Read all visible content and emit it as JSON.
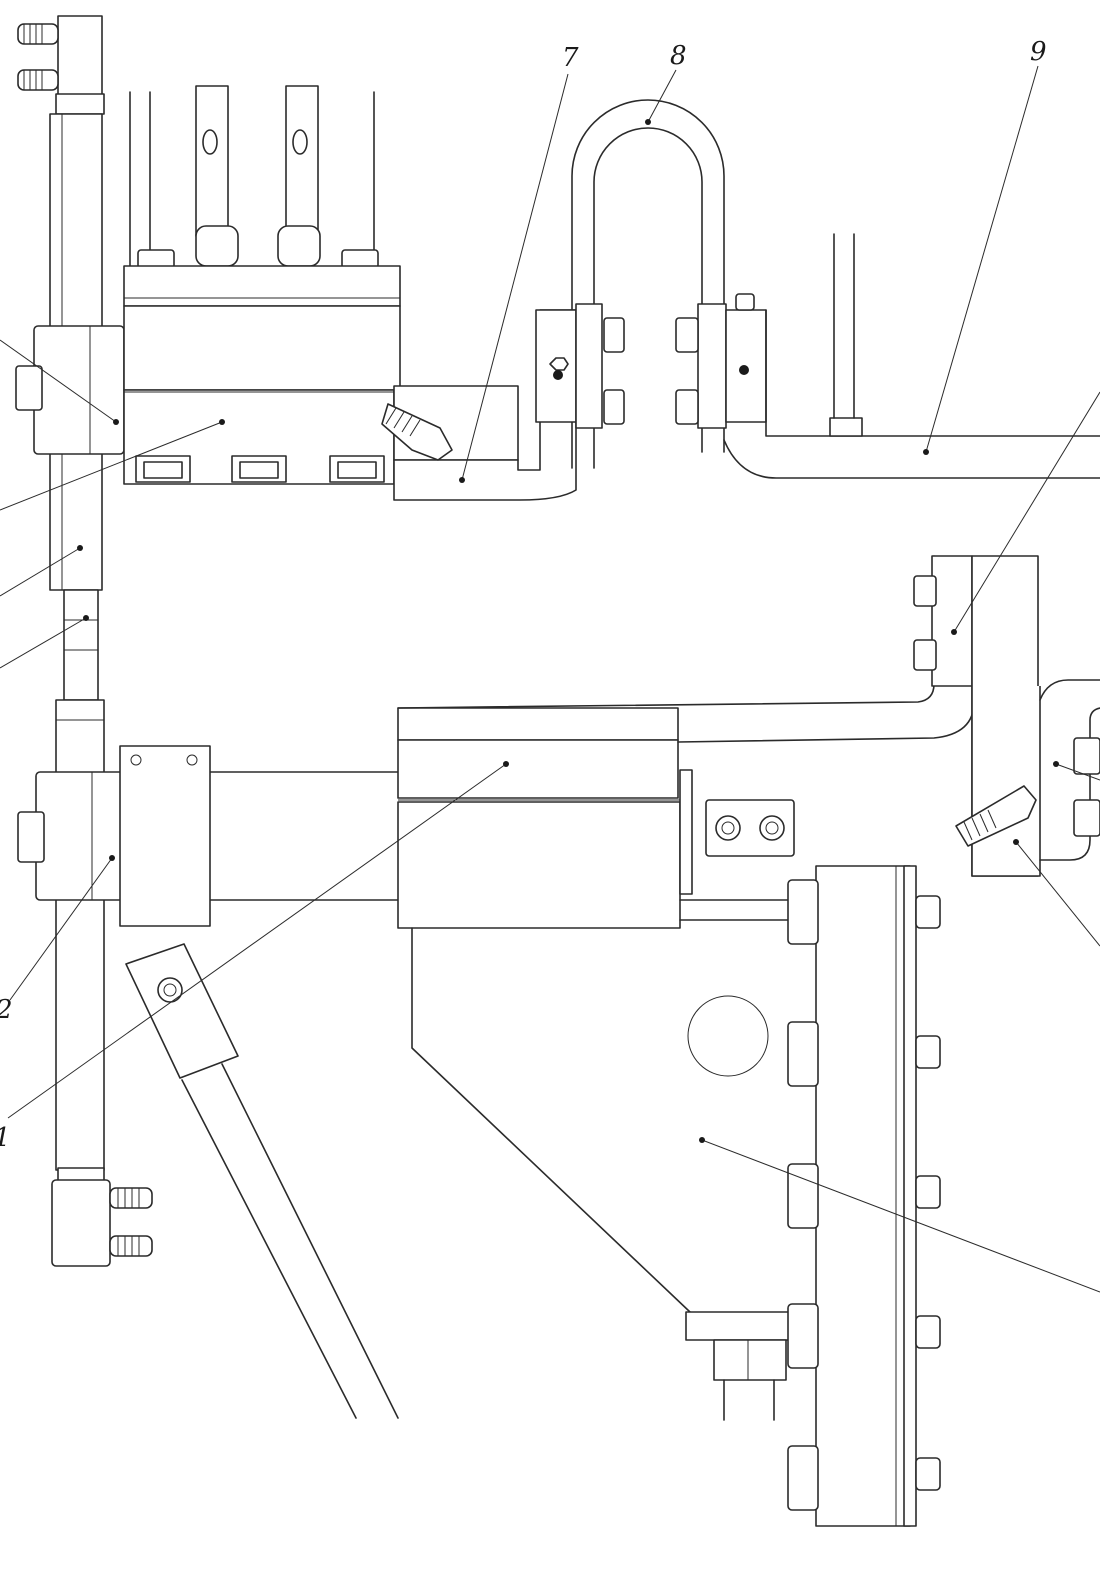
{
  "callouts": [
    {
      "id": "c7",
      "label": "7"
    },
    {
      "id": "c8",
      "label": "8"
    },
    {
      "id": "c9",
      "label": "9"
    },
    {
      "id": "c2",
      "label": "2"
    },
    {
      "id": "c1",
      "label": "1"
    }
  ]
}
